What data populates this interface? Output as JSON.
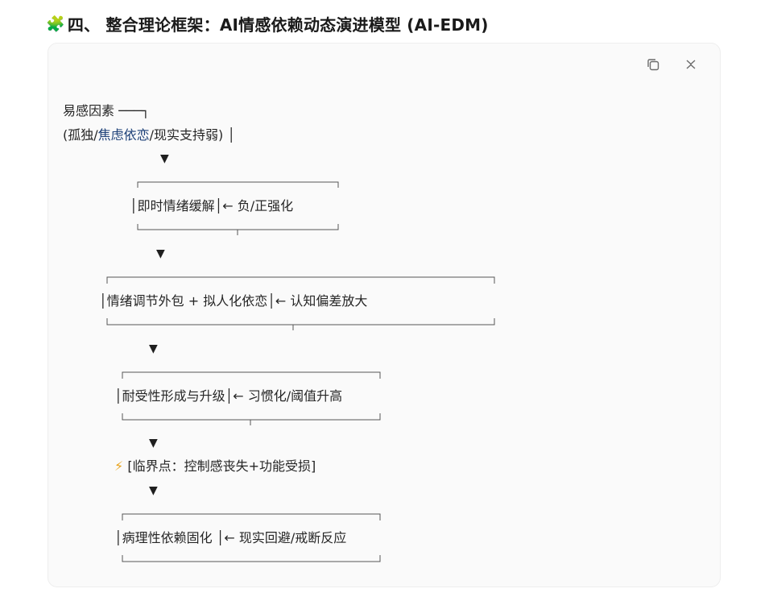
{
  "heading": {
    "emoji": "🧩",
    "title": "四、 整合理论框架：AI情感依赖动态演进模型 (AI-EDM)"
  },
  "toolbar": {
    "copy_icon": "copy-icon",
    "close_icon": "close-icon"
  },
  "diagram": {
    "susceptibility": {
      "line1": "易感因素 ───┐",
      "line2_prefix": "(孤独/",
      "line2_highlight": "焦虑依恋",
      "line2_suffix": "/现实支持弱) │"
    },
    "arrow_symbol": "▼",
    "box1": {
      "text": "│即时情绪缓解│← 负/正强化"
    },
    "box2": {
      "text": "│情绪调节外包 + 拟人化依恋│← 认知偏差放大"
    },
    "box3": {
      "text": "│耐受性形成与升级│← 习惯化/阈值升高"
    },
    "critical": {
      "icon": "⚡",
      "text": " [临界点：控制感丧失+功能受损]"
    },
    "box4": {
      "text": "│病理性依赖固化 │← 现实回避/戒断反应"
    }
  }
}
